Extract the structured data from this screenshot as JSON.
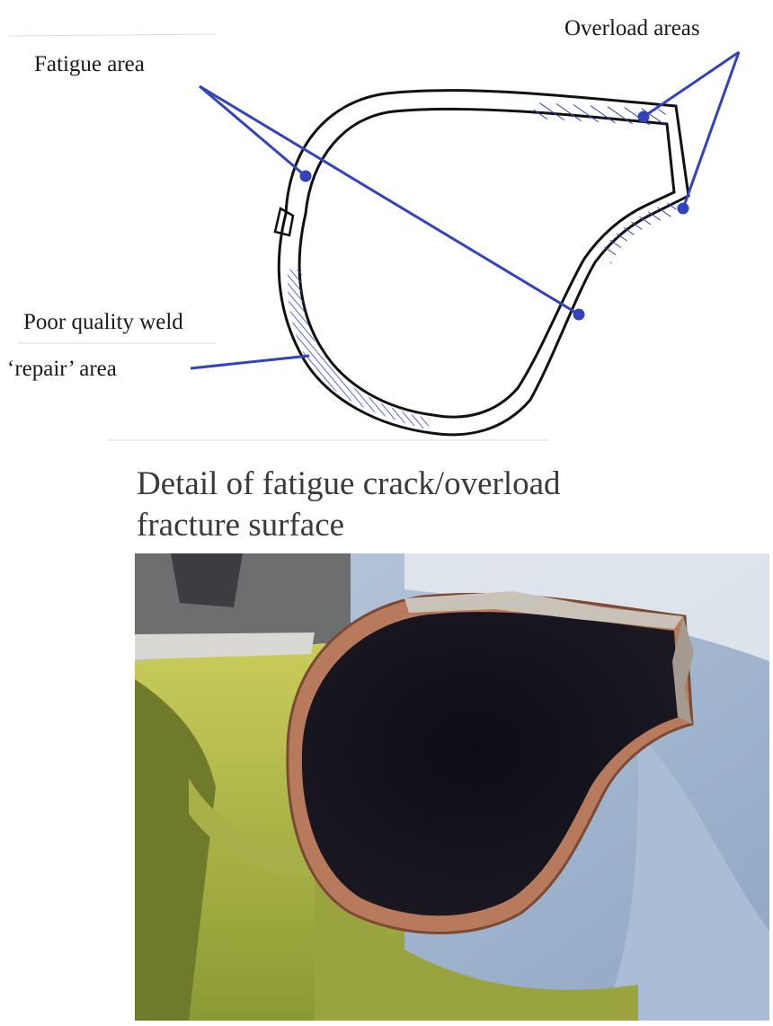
{
  "labels": {
    "fatigue_area": "Fatigue area",
    "overload_areas": "Overload areas",
    "weld_line1": "Poor quality weld",
    "weld_line2": "‘repair’ area"
  },
  "caption": {
    "line1": "Detail of fatigue crack/overload",
    "line2": "fracture surface"
  },
  "colors": {
    "leader_line": "#3344bb",
    "hatch": "#3344bb",
    "outline": "#111111",
    "caption_text": "#3a3a3a"
  }
}
